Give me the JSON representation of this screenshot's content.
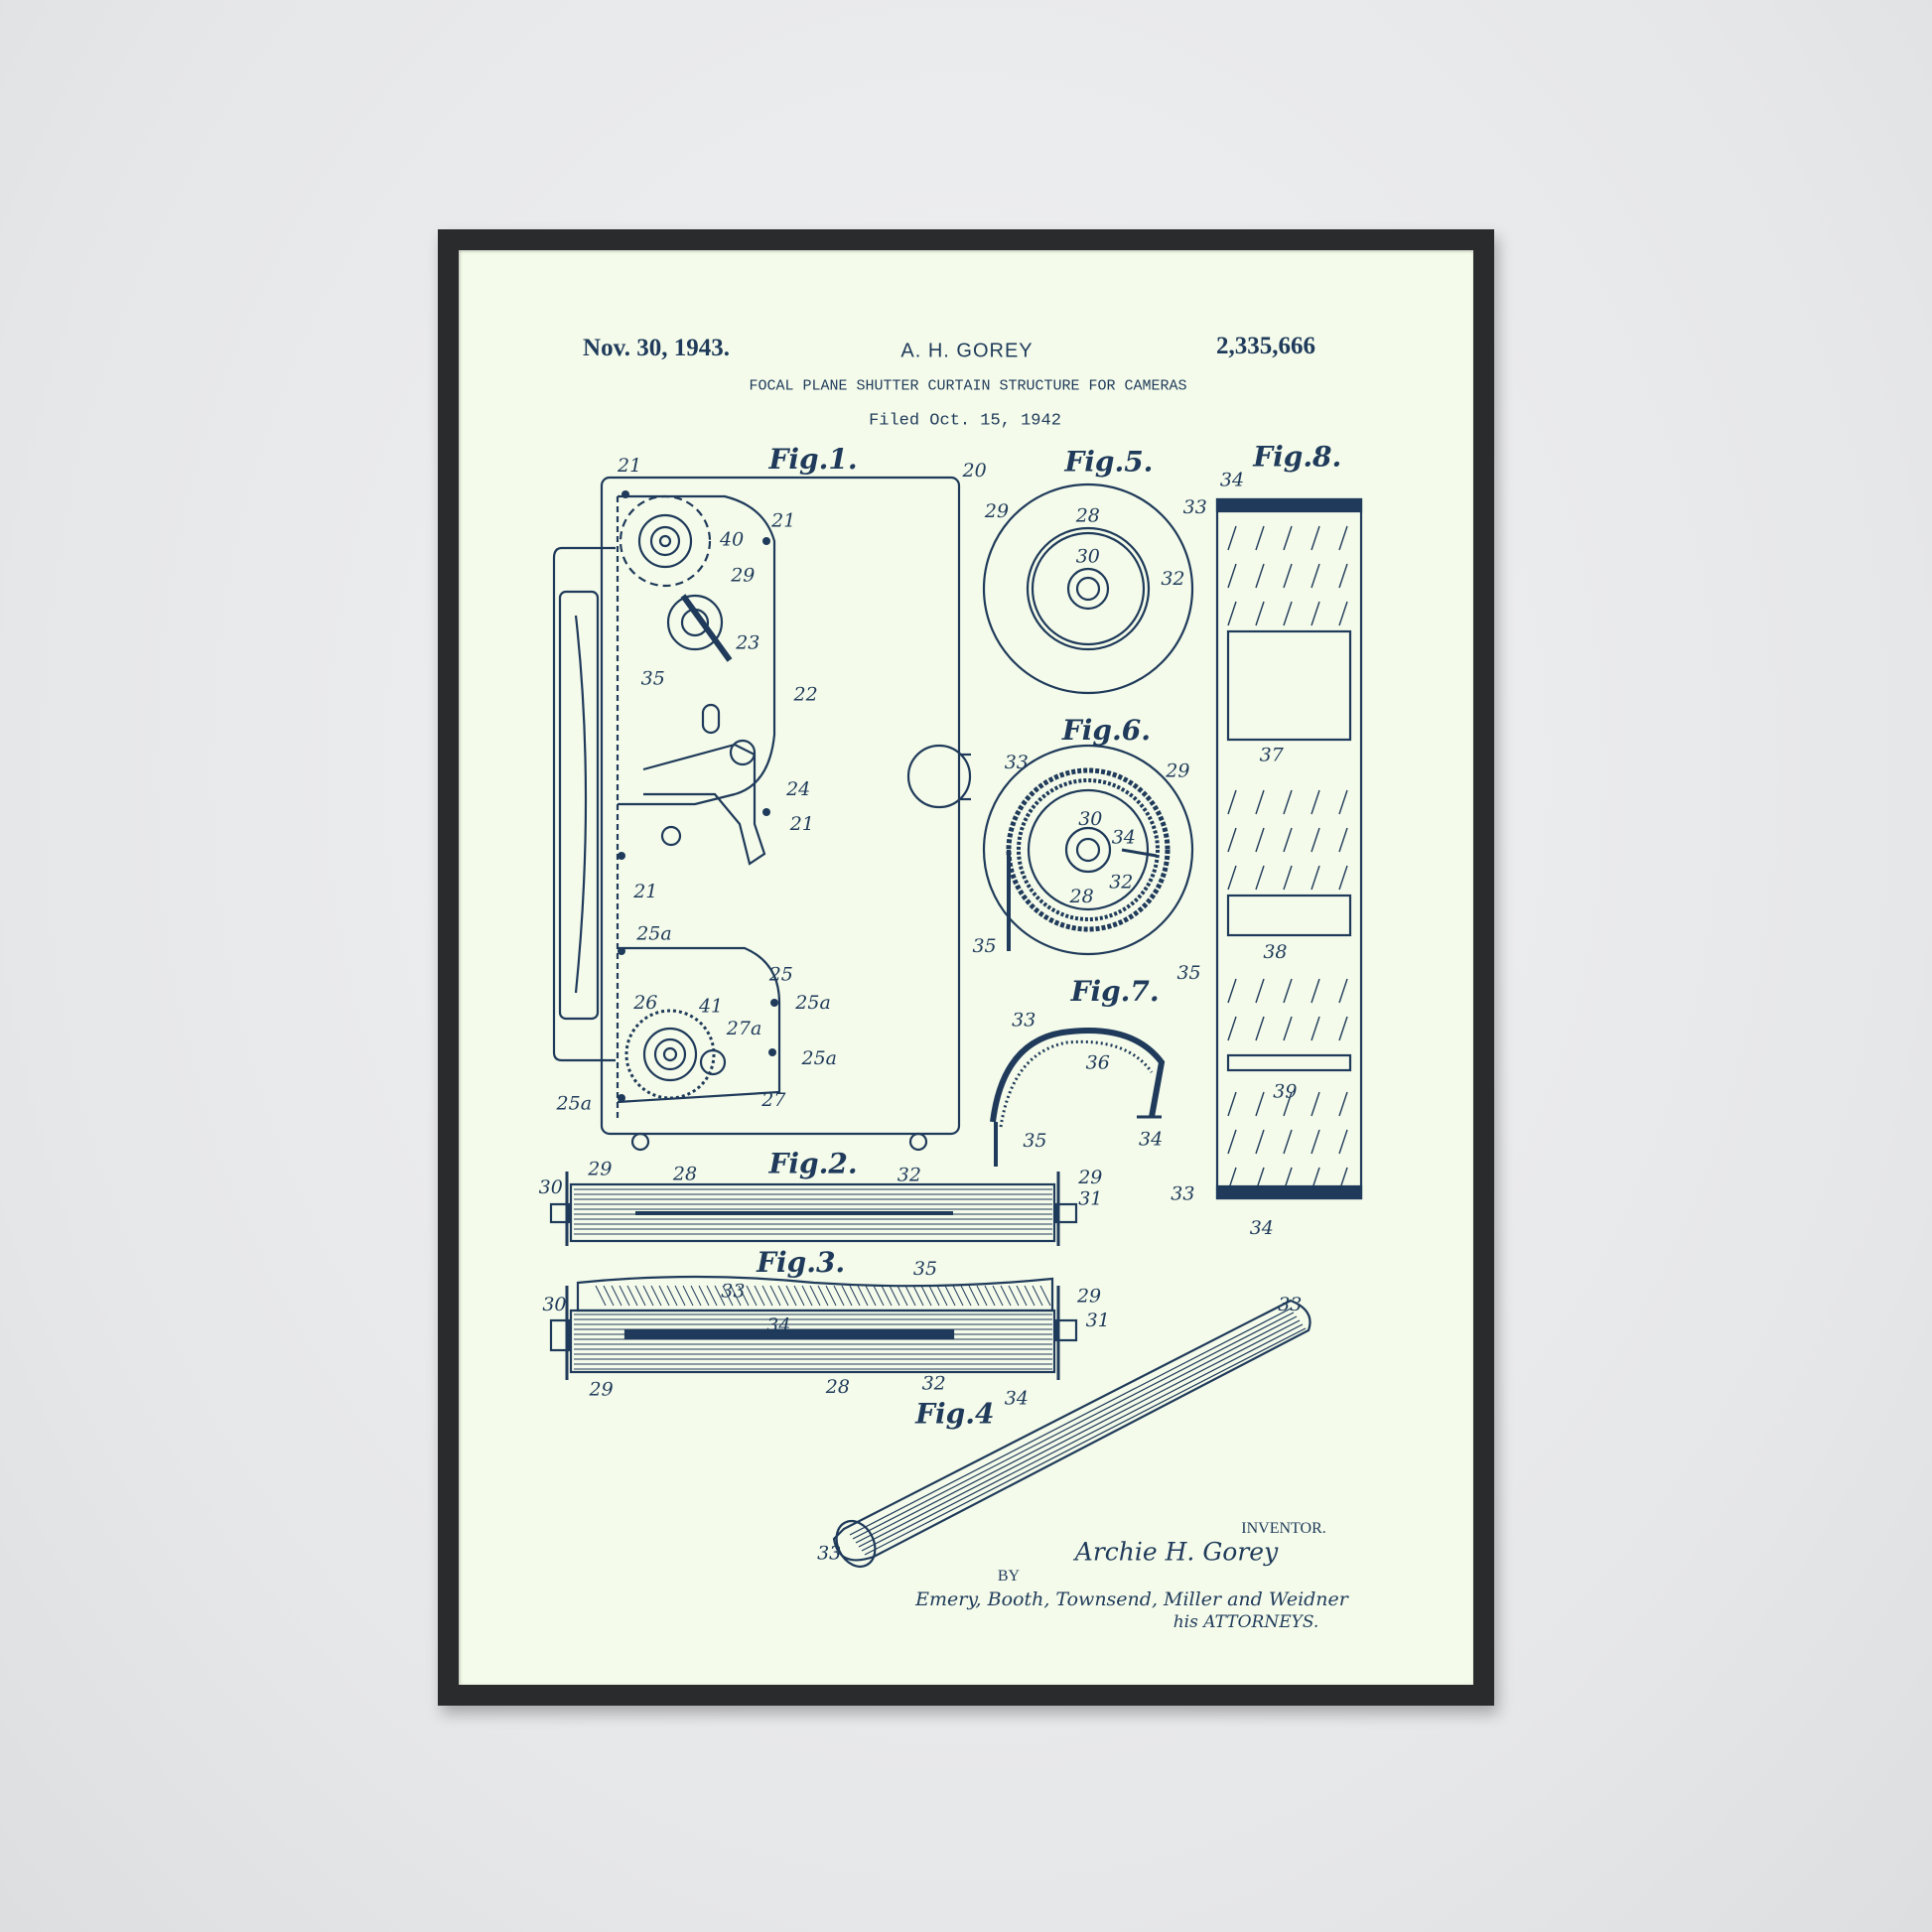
{
  "patent": {
    "date": "Nov. 30, 1943.",
    "inventor_short": "A. H. GOREY",
    "number": "2,335,666",
    "title": "FOCAL PLANE SHUTTER CURTAIN STRUCTURE FOR CAMERAS",
    "filed": "Filed Oct. 15, 1942"
  },
  "figures": [
    "Fig.1.",
    "Fig.2.",
    "Fig.3.",
    "Fig.4",
    "Fig.5.",
    "Fig.6.",
    "Fig.7.",
    "Fig.8."
  ],
  "reference_numerals": {
    "fig1": [
      "21",
      "20",
      "21",
      "40",
      "29",
      "23",
      "35",
      "22",
      "24",
      "21",
      "21",
      "25a",
      "25",
      "25a",
      "26",
      "41",
      "27a",
      "25a",
      "27",
      "25a"
    ],
    "fig5": [
      "29",
      "28",
      "30",
      "32"
    ],
    "fig6": [
      "33",
      "29",
      "30",
      "34",
      "32",
      "28",
      "35"
    ],
    "fig7": [
      "33",
      "36",
      "35",
      "34"
    ],
    "fig8": [
      "34",
      "33",
      "37",
      "38",
      "35",
      "39",
      "33",
      "34"
    ],
    "fig2": [
      "29",
      "28",
      "32",
      "29",
      "30",
      "31"
    ],
    "fig3": [
      "35",
      "33",
      "29",
      "30",
      "34",
      "31",
      "29",
      "28",
      "32"
    ],
    "fig4": [
      "33",
      "34",
      "33"
    ]
  },
  "signature": {
    "inventor_label": "INVENTOR.",
    "inventor_name": "Archie H. Gorey",
    "by": "BY",
    "attorneys_signature": "Emery, Booth, Townsend, Miller and Weidner",
    "attorneys_label": "his ATTORNEYS."
  },
  "colors": {
    "ink": "#1f3a5a",
    "paper": "#f4fbea",
    "frame": "#2a2b2c",
    "wall": "#e8e9ea"
  }
}
